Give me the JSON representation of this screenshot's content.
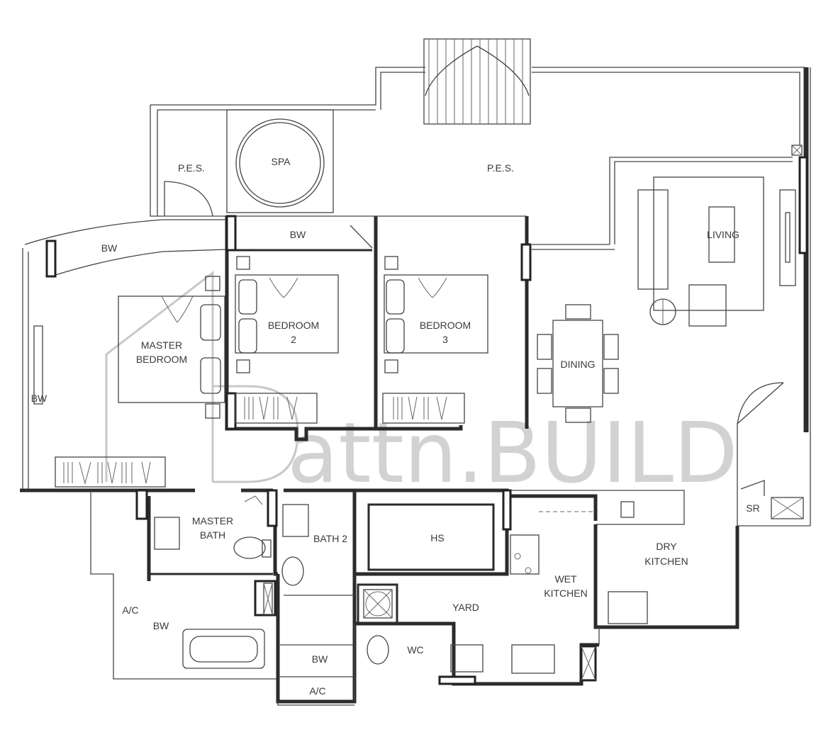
{
  "rooms": {
    "pes_left": "P.E.S.",
    "spa": "SPA",
    "pes_main": "P.E.S.",
    "living": "LIVING",
    "bw_master": "BW",
    "bw_top": "BW",
    "master_bedroom_l1": "MASTER",
    "master_bedroom_l2": "BEDROOM",
    "bedroom2_l1": "BEDROOM",
    "bedroom2_l2": "2",
    "bedroom3_l1": "BEDROOM",
    "bedroom3_l2": "3",
    "dining": "DINING",
    "bw_left": "BW",
    "master_bath_l1": "MASTER",
    "master_bath_l2": "BATH",
    "bath2": "BATH 2",
    "hs": "HS",
    "sr": "SR",
    "dry_kitchen_l1": "DRY",
    "dry_kitchen_l2": "KITCHEN",
    "wet_kitchen_l1": "WET",
    "wet_kitchen_l2": "KITCHEN",
    "yard": "YARD",
    "ac_left": "A/C",
    "bw_bath": "BW",
    "wc": "WC",
    "bw_bottom": "BW",
    "ac_bottom": "A/C"
  },
  "watermark": {
    "text": "attn.BUILD"
  }
}
